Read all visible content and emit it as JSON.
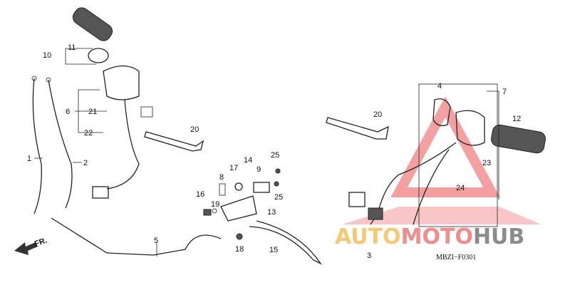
{
  "diagram": {
    "callouts": [
      "1",
      "2",
      "3",
      "4",
      "5",
      "6",
      "7",
      "8",
      "9",
      "10",
      "11",
      "12",
      "13",
      "14",
      "15",
      "16",
      "17",
      "18",
      "19",
      "20",
      "20",
      "21",
      "22",
      "23",
      "24",
      "25",
      "25"
    ],
    "direction_label": "FR.",
    "drawing_code": "MBZI−F0301"
  },
  "watermark": {
    "part1": "AUTO",
    "part2": "MOTO",
    "part3": "HUB",
    "colors": {
      "auto": "#f7c873",
      "moto": "#f28b8b",
      "hub": "#8c8c8c",
      "triangle": "#f08080"
    }
  }
}
